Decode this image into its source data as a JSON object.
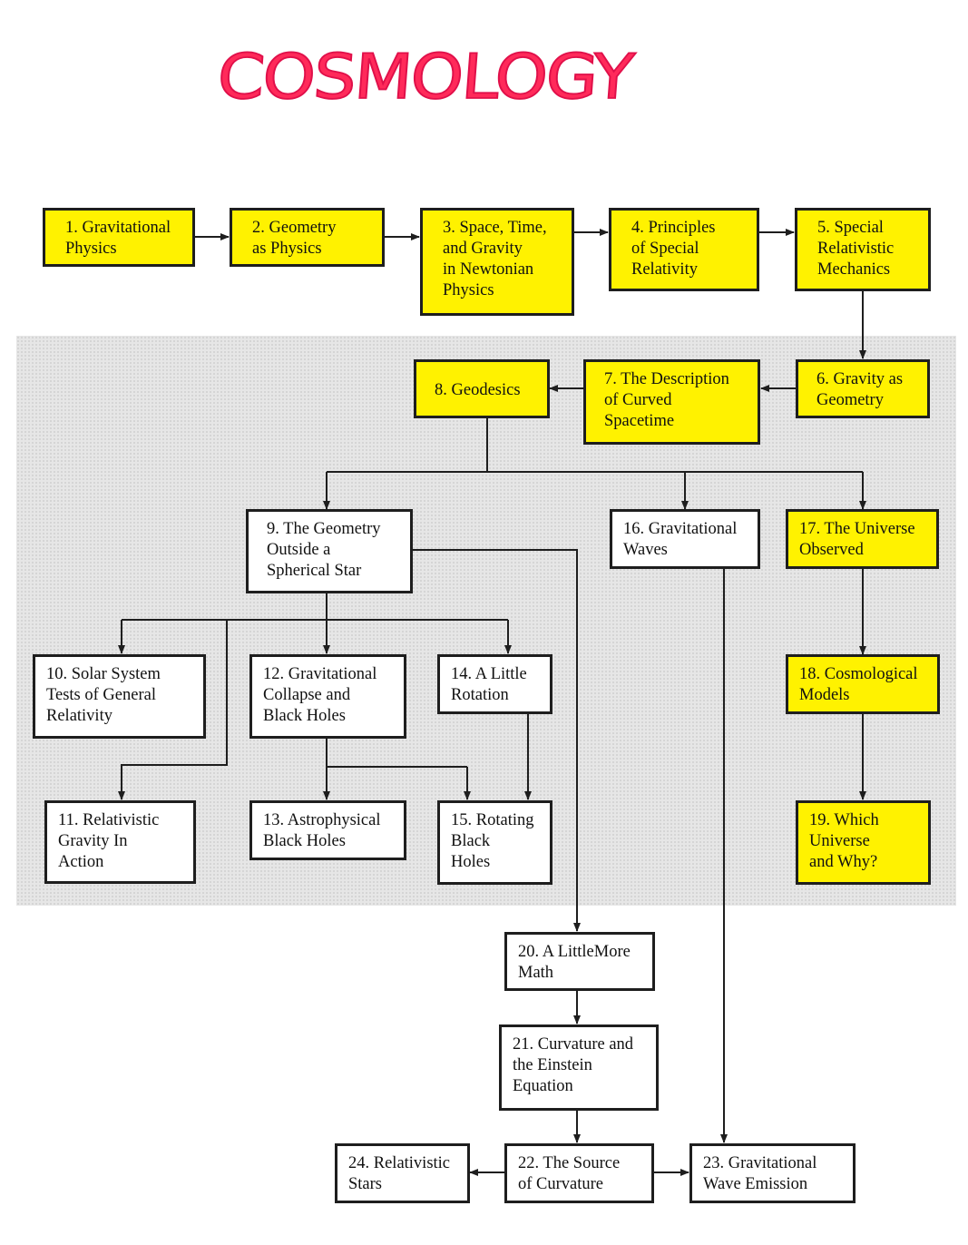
{
  "title": "COSMOLOGY",
  "colors": {
    "highlight": "#fff200",
    "handwriting": "#ff2a5a",
    "panel": "#e6e6e6",
    "ink": "#1e1e1e"
  },
  "chapters": [
    {
      "id": "c1",
      "label": "1. Gravitational\nPhysics",
      "highlighted": true
    },
    {
      "id": "c2",
      "label": "2. Geometry\nas Physics",
      "highlighted": true
    },
    {
      "id": "c3",
      "label": "3. Space, Time,\nand Gravity\nin Newtonian\nPhysics",
      "highlighted": true
    },
    {
      "id": "c4",
      "label": "4. Principles\nof Special\nRelativity",
      "highlighted": true
    },
    {
      "id": "c5",
      "label": "5. Special\nRelativistic\nMechanics",
      "highlighted": true
    },
    {
      "id": "c6",
      "label": "6. Gravity as\nGeometry",
      "highlighted": true
    },
    {
      "id": "c7",
      "label": "7. The Description\nof Curved\nSpacetime",
      "highlighted": true
    },
    {
      "id": "c8",
      "label": "8. Geodesics",
      "highlighted": true
    },
    {
      "id": "c9",
      "label": "9. The Geometry\nOutside a\nSpherical Star",
      "highlighted": false
    },
    {
      "id": "c10",
      "label": "10. Solar System\nTests of General\nRelativity",
      "highlighted": false
    },
    {
      "id": "c11",
      "label": "11. Relativistic\nGravity In\nAction",
      "highlighted": false
    },
    {
      "id": "c12",
      "label": "12. Gravitational\nCollapse and\nBlack Holes",
      "highlighted": false
    },
    {
      "id": "c13",
      "label": "13. Astrophysical\nBlack Holes",
      "highlighted": false
    },
    {
      "id": "c14",
      "label": "14. A Little\nRotation",
      "highlighted": false
    },
    {
      "id": "c15",
      "label": "15. Rotating\nBlack\nHoles",
      "highlighted": false
    },
    {
      "id": "c16",
      "label": "16. Gravitational\nWaves",
      "highlighted": false
    },
    {
      "id": "c17",
      "label": "17. The Universe\nObserved",
      "highlighted": true
    },
    {
      "id": "c18",
      "label": "18. Cosmological\nModels",
      "highlighted": true
    },
    {
      "id": "c19",
      "label": "19. Which\nUniverse\nand Why?",
      "highlighted": true
    },
    {
      "id": "c20",
      "label": "20. A LittleMore\nMath",
      "highlighted": false
    },
    {
      "id": "c21",
      "label": "21. Curvature and\nthe Einstein\nEquation",
      "highlighted": false
    },
    {
      "id": "c22",
      "label": "22. The Source\nof Curvature",
      "highlighted": false
    },
    {
      "id": "c23",
      "label": "23. Gravitational\nWave Emission",
      "highlighted": false
    },
    {
      "id": "c24",
      "label": "24. Relativistic\nStars",
      "highlighted": false
    }
  ],
  "edges": [
    [
      "c1",
      "c2"
    ],
    [
      "c2",
      "c3"
    ],
    [
      "c3",
      "c4"
    ],
    [
      "c4",
      "c5"
    ],
    [
      "c5",
      "c6"
    ],
    [
      "c6",
      "c7"
    ],
    [
      "c7",
      "c8"
    ],
    [
      "c8",
      "c9"
    ],
    [
      "c8",
      "c16"
    ],
    [
      "c8",
      "c17"
    ],
    [
      "c9",
      "c10"
    ],
    [
      "c9",
      "c11"
    ],
    [
      "c9",
      "c12"
    ],
    [
      "c9",
      "c14"
    ],
    [
      "c9",
      "c20"
    ],
    [
      "c12",
      "c13"
    ],
    [
      "c12",
      "c15"
    ],
    [
      "c14",
      "c15"
    ],
    [
      "c16",
      "c23"
    ],
    [
      "c17",
      "c18"
    ],
    [
      "c18",
      "c19"
    ],
    [
      "c20",
      "c21"
    ],
    [
      "c21",
      "c22"
    ],
    [
      "c22",
      "c24"
    ],
    [
      "c22",
      "c23"
    ]
  ]
}
